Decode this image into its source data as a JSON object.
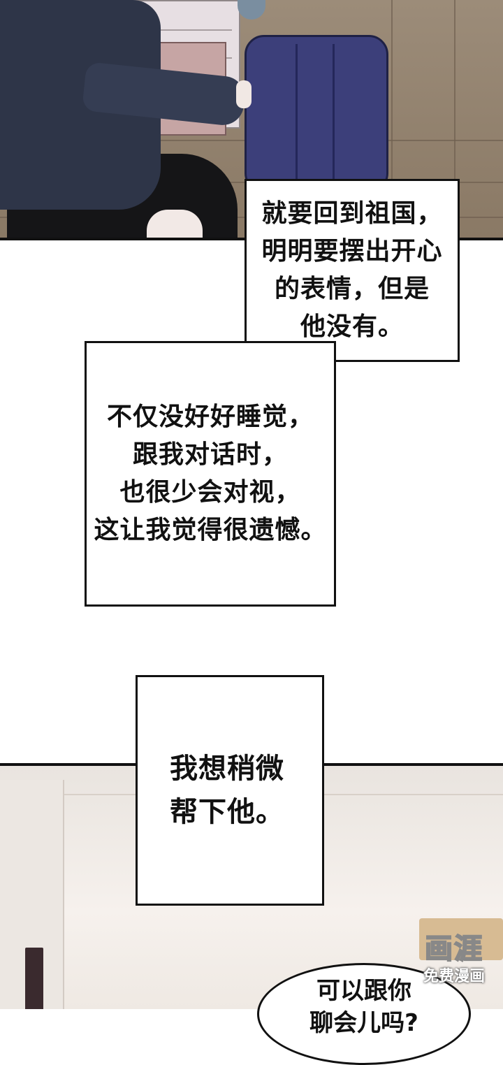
{
  "captions": {
    "box1": [
      "就要回到祖国，",
      "明明要摆出开心",
      "的表情，但是",
      "他没有。"
    ],
    "box2": [
      "不仅没好好睡觉，",
      "跟我对话时，",
      "也很少会对视，",
      "这让我觉得很遗憾。"
    ],
    "box3": [
      "我想稍微",
      "帮下他。"
    ]
  },
  "bubble": [
    "可以跟你",
    "聊会儿吗?"
  ],
  "watermark": {
    "logo": "画涯",
    "sub": "免费漫画"
  }
}
